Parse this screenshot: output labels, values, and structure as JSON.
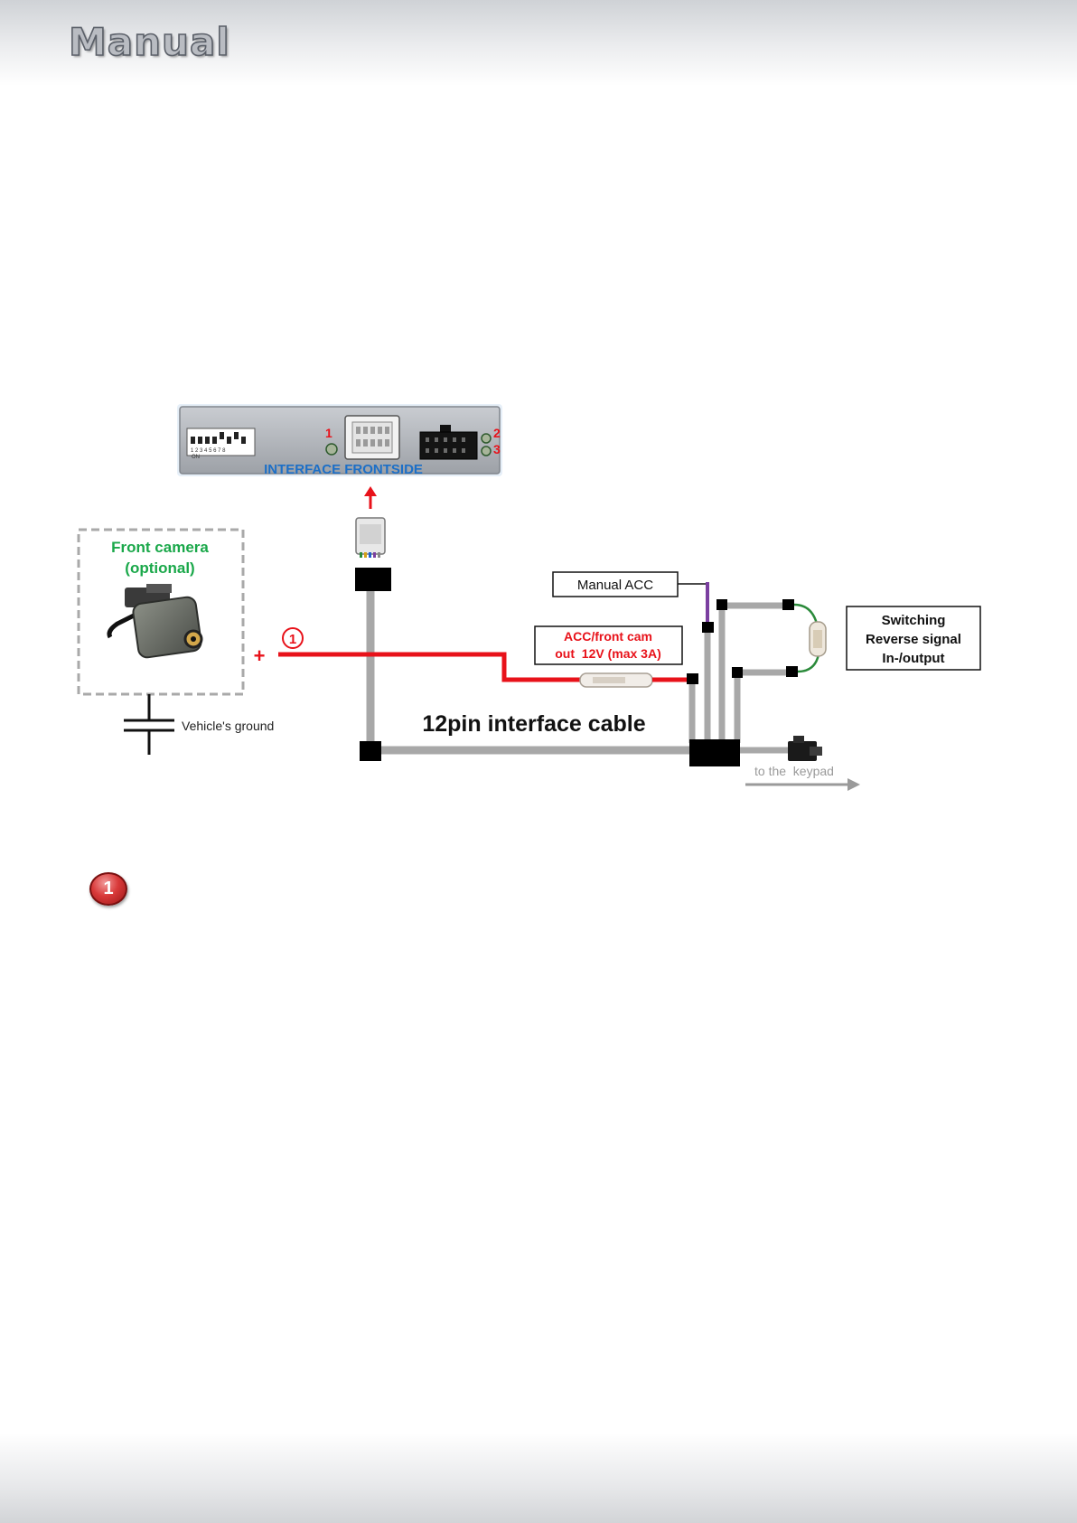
{
  "header": {
    "brand": "Manual"
  },
  "diagram": {
    "interface_label": "INTERFACE FRONTSIDE",
    "dip_on_label": "ON",
    "dip_numbers": [
      "1",
      "2",
      "3",
      "4",
      "5",
      "6",
      "7",
      "8"
    ],
    "port_labels": [
      "1",
      "2",
      "3"
    ],
    "front_camera_title": "Front camera",
    "front_camera_subtitle": "(optional)",
    "plus_sign": "+",
    "wire_marker": "1",
    "ground_label": "Vehicle's ground",
    "cable_label": "12pin interface cable",
    "manual_acc_label": "Manual ACC",
    "acc_label_line1": "ACC/front cam",
    "acc_label_line2": "out  12V (max 3A)",
    "switching_line1": "Switching",
    "switching_line2": "Reverse signal",
    "switching_line3": "In-/output",
    "keypad_label": "to the  keypad"
  },
  "legend": {
    "marker": "1"
  },
  "colors": {
    "wire_red": "#e8121a",
    "cable_gray": "#a8a8a8",
    "camera_green": "#1aa84a",
    "purple_wire": "#7b3fa0",
    "interface_blue": "#1c6fc7"
  }
}
